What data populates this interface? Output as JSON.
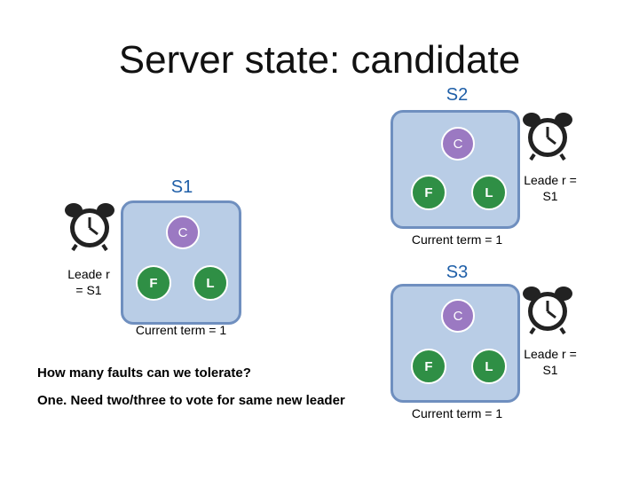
{
  "title": "Server state: candidate",
  "servers": [
    {
      "name": "S1",
      "nodes": {
        "c": "C",
        "f": "F",
        "l": "L"
      },
      "term": "Current term = 1",
      "leader": "Leade r = S1"
    },
    {
      "name": "S2",
      "nodes": {
        "c": "C",
        "f": "F",
        "l": "L"
      },
      "term": "Current term = 1",
      "leader": "Leade r = S1"
    },
    {
      "name": "S3",
      "nodes": {
        "c": "C",
        "f": "F",
        "l": "L"
      },
      "term": "Current term = 1",
      "leader": "Leade r = S1"
    }
  ],
  "question": "How many faults can we tolerate?",
  "answer": "One. Need two/three to vote for same new leader",
  "colors": {
    "box_fill": "#b9cde6",
    "box_border": "#6f8fbf",
    "candidate": "#9b79c2",
    "follower_leader": "#2f8f45",
    "server_label": "#1f5fa8"
  },
  "icons": [
    "alarm-clock-icon",
    "alarm-clock-icon",
    "alarm-clock-icon"
  ]
}
